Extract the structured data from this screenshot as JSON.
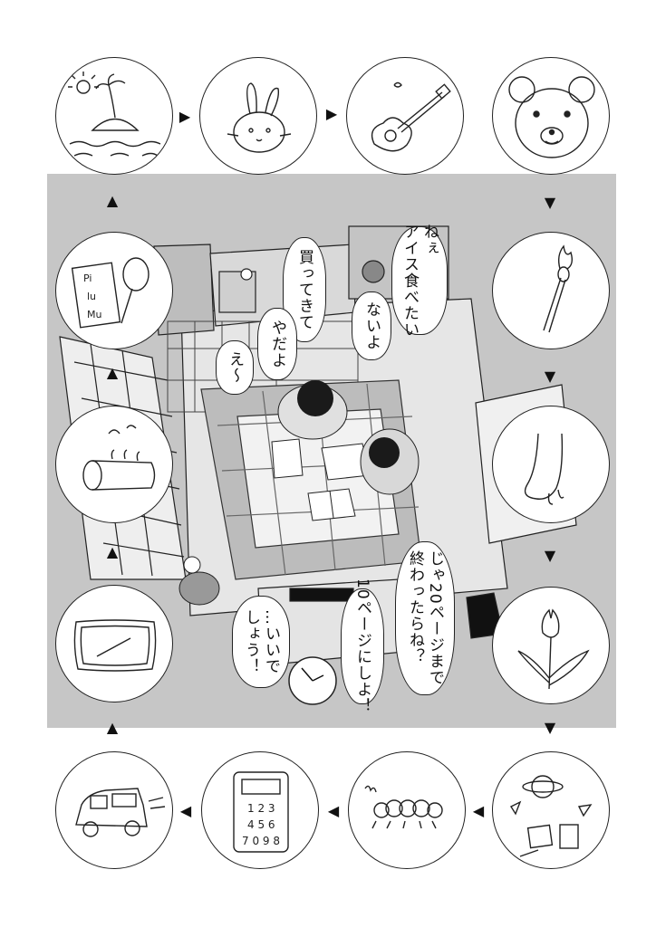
{
  "cycle": [
    {
      "name": "island-drawing",
      "icon": "island-palm-icon"
    },
    {
      "name": "rabbit-drawing",
      "icon": "rabbit-icon"
    },
    {
      "name": "guitar-drawing",
      "icon": "guitar-icon"
    },
    {
      "name": "bear-drawing",
      "icon": "bear-face-icon"
    },
    {
      "name": "match-drawing",
      "icon": "match-icon"
    },
    {
      "name": "foot-drawing",
      "icon": "foot-icon"
    },
    {
      "name": "tulip-drawing",
      "icon": "tulip-icon"
    },
    {
      "name": "space-drawing",
      "icon": "planet-icon"
    },
    {
      "name": "caterpillar-drawing",
      "icon": "caterpillar-icon"
    },
    {
      "name": "calculator-drawing",
      "icon": "calculator-icon"
    },
    {
      "name": "car-drawing",
      "icon": "car-icon"
    },
    {
      "name": "mat-drawing",
      "icon": "mat-icon"
    },
    {
      "name": "bathtub-drawing",
      "icon": "bathtub-icon"
    },
    {
      "name": "letter-card-drawing",
      "icon": "card-icon"
    }
  ],
  "card_letters": [
    "Pi",
    "lu",
    "Mu"
  ],
  "calculator_keys": [
    "1 2 3",
    "4 5 6",
    "7 0 9 8"
  ],
  "dialogue": {
    "nee": "ねぇ\nアイス食べたい",
    "nai": "ないよ",
    "katte": "買ってきて",
    "yada": "やだよ",
    "ee": "え〜",
    "jaa": "じゃ20ページまで\n終わったらね？",
    "juu": "10ページにしよ！",
    "iide": "…いいで\nしょう！"
  },
  "colors": {
    "ink": "#111111",
    "wash": "#cfcfcf",
    "paper": "#ffffff"
  }
}
